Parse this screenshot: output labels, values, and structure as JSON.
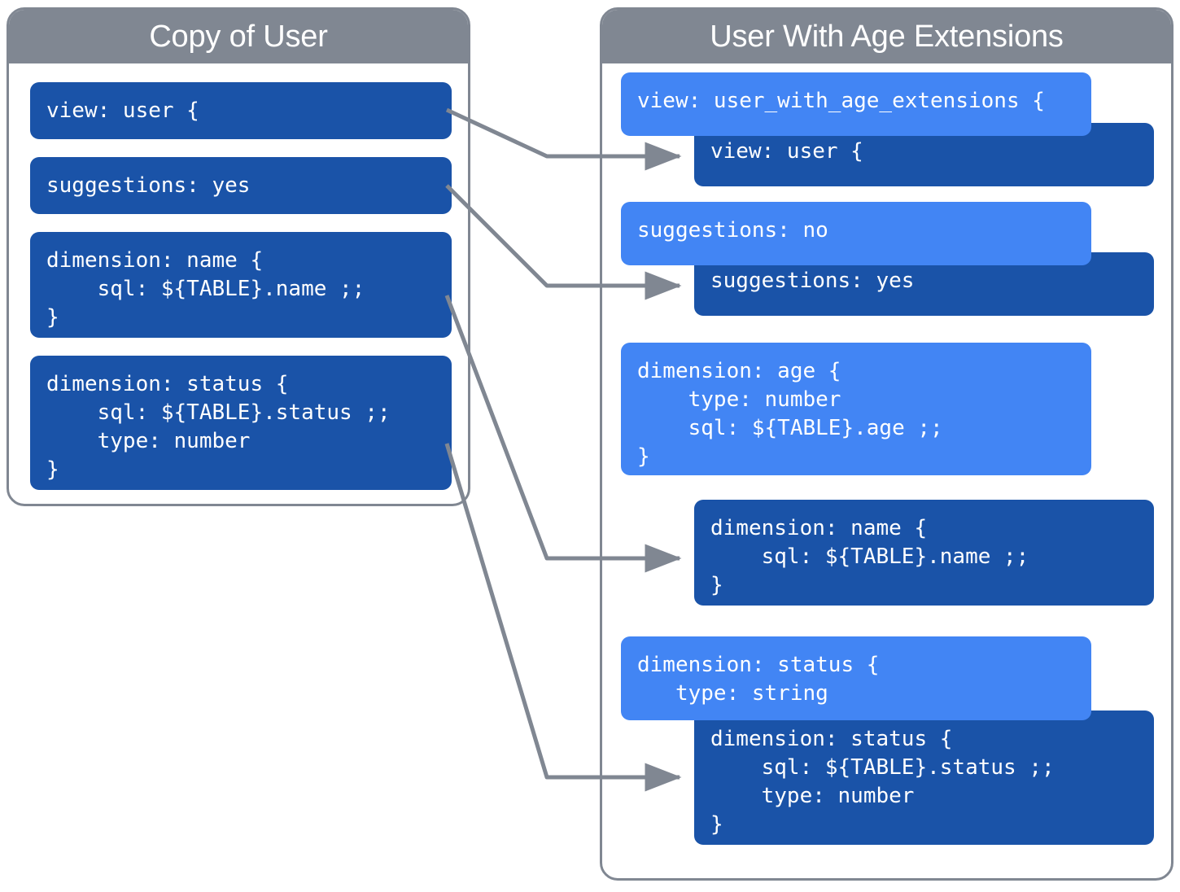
{
  "colors": {
    "panel_border": "#808792",
    "panel_header_bg": "#808792",
    "dark_block": "#1a53a8",
    "light_block": "#4285f4",
    "connector": "#808792",
    "text": "#ffffff",
    "background": "#ffffff"
  },
  "left_panel": {
    "title": "Copy of User",
    "blocks": [
      {
        "id": "left-view",
        "shade": "dark",
        "text": "view: user {"
      },
      {
        "id": "left-suggestions",
        "shade": "dark",
        "text": "suggestions: yes"
      },
      {
        "id": "left-dimension-name",
        "shade": "dark",
        "text": "dimension: name {\n    sql: ${TABLE}.name ;;\n}"
      },
      {
        "id": "left-dimension-status",
        "shade": "dark",
        "text": "dimension: status {\n    sql: ${TABLE}.status ;;\n    type: number\n}"
      }
    ]
  },
  "right_panel": {
    "title": "User With Age Extensions",
    "blocks": [
      {
        "id": "right-view-ext",
        "shade": "light",
        "text": "view: user_with_age_extensions {"
      },
      {
        "id": "right-view-user",
        "shade": "dark",
        "text": "view: user {"
      },
      {
        "id": "right-suggestions-no",
        "shade": "light",
        "text": "suggestions: no"
      },
      {
        "id": "right-suggestions-yes",
        "shade": "dark",
        "text": "suggestions: yes"
      },
      {
        "id": "right-dimension-age",
        "shade": "light",
        "text": "dimension: age {\n    type: number\n    sql: ${TABLE}.age ;;\n}"
      },
      {
        "id": "right-dimension-name",
        "shade": "dark",
        "text": "dimension: name {\n    sql: ${TABLE}.name ;;\n}"
      },
      {
        "id": "right-dimension-status-light",
        "shade": "light",
        "text": "dimension: status {\n   type: string"
      },
      {
        "id": "right-dimension-status-dark",
        "shade": "dark",
        "text": "dimension: status {\n    sql: ${TABLE}.status ;;\n    type: number\n}"
      }
    ]
  },
  "connectors": [
    {
      "id": "conn-view",
      "from": "left-view",
      "to": "right-view-user"
    },
    {
      "id": "conn-suggestions",
      "from": "left-suggestions",
      "to": "right-suggestions-yes"
    },
    {
      "id": "conn-dimension-name",
      "from": "left-dimension-name",
      "to": "right-dimension-name"
    },
    {
      "id": "conn-dimension-status",
      "from": "left-dimension-status",
      "to": "right-dimension-status-dark"
    }
  ]
}
